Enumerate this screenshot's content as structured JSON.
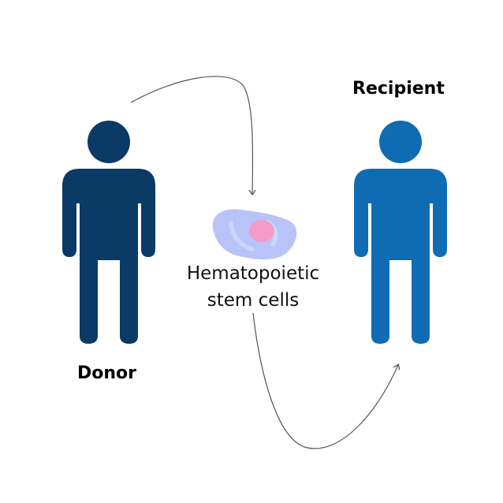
{
  "donor": {
    "label": "Donor",
    "color": "#0b3a66",
    "icon": "person-icon"
  },
  "recipient": {
    "label": "Recipient",
    "color": "#0f6cb3",
    "icon": "person-icon"
  },
  "cell": {
    "label_line1": "Hematopoietic",
    "label_line2": "stem cells",
    "icon": "stem-cell-icon",
    "membrane_color": "#b8c3f7",
    "nucleus_color": "#f49bc7"
  },
  "arrows": {
    "color": "#555555"
  }
}
